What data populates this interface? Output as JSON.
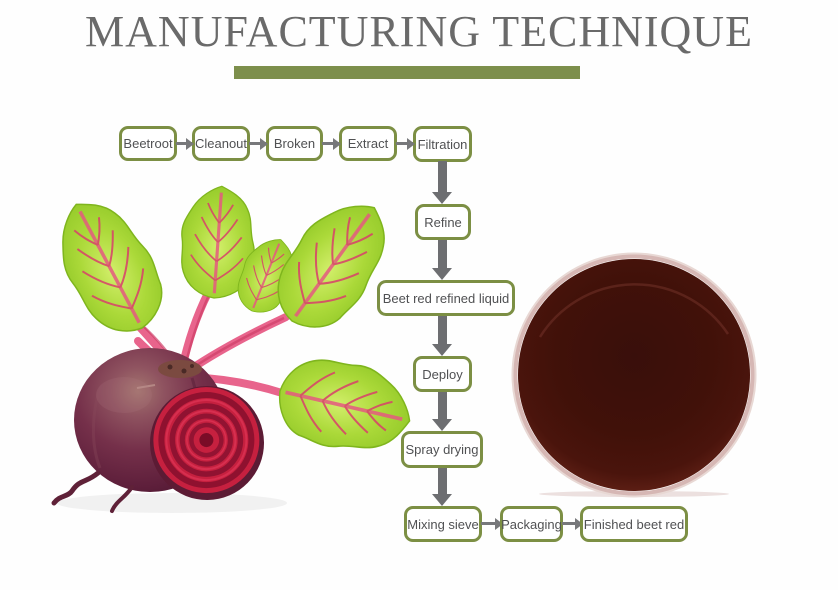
{
  "page": {
    "title": "MANUFACTURING TECHNIQUE"
  },
  "flowchart": {
    "steps": [
      {
        "label": "Beetroot"
      },
      {
        "label": "Cleanout"
      },
      {
        "label": "Broken"
      },
      {
        "label": "Extract"
      },
      {
        "label": "Filtration"
      },
      {
        "label": "Refine"
      },
      {
        "label": "Beet red refined liquid"
      },
      {
        "label": "Deploy"
      },
      {
        "label": "Spray drying"
      },
      {
        "label": "Mixing sieve"
      },
      {
        "label": "Packaging"
      },
      {
        "label": "Finished beet red"
      }
    ],
    "arrow_icons": {
      "right": "arrow-right-icon",
      "down": "arrow-down-icon"
    }
  },
  "images": {
    "left": {
      "name": "beetroot-with-leaves-photo"
    },
    "right": {
      "name": "beet-red-liquid-dish-photo"
    }
  },
  "colors": {
    "title_text": "#6a6a6a",
    "accent_bar": "#7d8f4c",
    "box_border": "#7c8f44",
    "box_text": "#505153",
    "arrow_gray": "#6d6e71",
    "leaf_green": "#abd939",
    "leaf_vein_pink": "#d93f6b",
    "beet_maroon": "#6d2a42",
    "beet_cut_red": "#c6203f",
    "liquid_dark_red": "#411109",
    "dish_rim_pink": "#d6b7b4"
  }
}
